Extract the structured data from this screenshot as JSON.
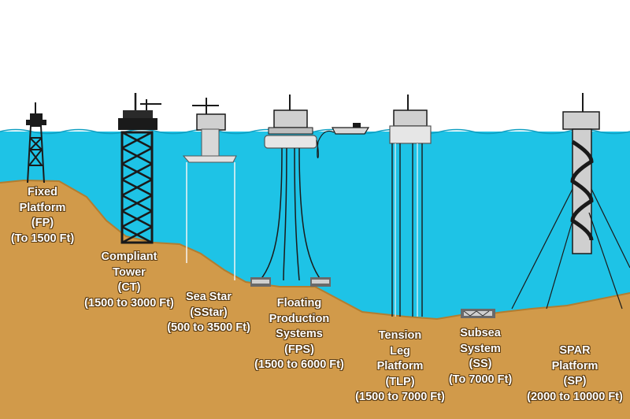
{
  "colors": {
    "water": "#1ec3e6",
    "sky": "#ffffff",
    "seabed": "#d19a4a",
    "seabed_dark": "#a87528",
    "structure": "#1a1a1a",
    "platform_light": "#d0d0d0"
  },
  "platforms": [
    {
      "id": "fp",
      "lines": [
        "Fixed",
        "Platform",
        "(FP)",
        "(To 1500 Ft)"
      ]
    },
    {
      "id": "ct",
      "lines": [
        "Compliant",
        "Tower",
        "(CT)",
        "(1500 to 3000 Ft)"
      ]
    },
    {
      "id": "sstar",
      "lines": [
        "Sea Star",
        "(SStar)",
        "(500 to 3500 Ft)"
      ]
    },
    {
      "id": "fps",
      "lines": [
        "Floating",
        "Production",
        "Systems",
        "(FPS)",
        "(1500 to 6000 Ft)"
      ]
    },
    {
      "id": "tlp",
      "lines": [
        "Tension",
        "Leg",
        "Platform",
        "(TLP)",
        "(1500 to 7000 Ft)"
      ]
    },
    {
      "id": "ss",
      "lines": [
        "Subsea",
        "System",
        "(SS)",
        "(To 7000 Ft)"
      ]
    },
    {
      "id": "sp",
      "lines": [
        "SPAR",
        "Platform",
        "(SP)",
        "(2000 to 10000 Ft)"
      ]
    }
  ]
}
